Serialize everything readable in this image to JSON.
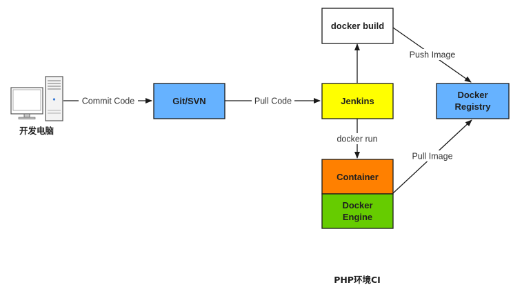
{
  "title": "PHP环境CI",
  "colors": {
    "git": "#66b2ff",
    "jenkins": "#ffff00",
    "docker_build": "#ffffff",
    "registry": "#66b2ff",
    "container": "#ff8000",
    "engine": "#66cc00"
  },
  "computer": {
    "icon": "desktop-computer-icon",
    "label": "开发电脑"
  },
  "nodes": {
    "git": {
      "label": "Git/SVN"
    },
    "jenkins": {
      "label": "Jenkins"
    },
    "docker_build": {
      "label": "docker build"
    },
    "registry": {
      "line1": "Docker",
      "line2": "Registry"
    },
    "container": {
      "label": "Container"
    },
    "engine": {
      "line1": "Docker",
      "line2": "Engine"
    }
  },
  "edges": {
    "commit": {
      "label": "Commit Code"
    },
    "pull_code": {
      "label": "Pull Code"
    },
    "docker_run": {
      "label": "docker run"
    },
    "push_image": {
      "label": "Push Image"
    },
    "pull_image": {
      "label": "Pull Image"
    }
  }
}
